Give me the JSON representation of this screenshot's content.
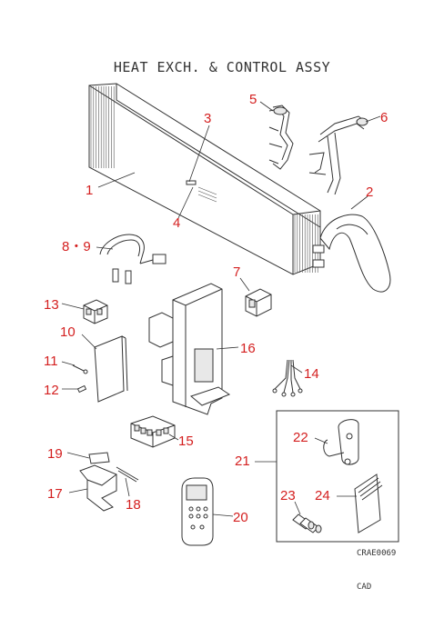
{
  "title": "HEAT EXCH. & CONTROL ASSY",
  "callouts": {
    "c1": "1",
    "c2": "2",
    "c3": "3",
    "c4": "4",
    "c5": "5",
    "c6": "6",
    "c7": "7",
    "c89": "8・9",
    "c10": "10",
    "c11": "11",
    "c12": "12",
    "c13": "13",
    "c14": "14",
    "c15": "15",
    "c16": "16",
    "c17": "17",
    "c18": "18",
    "c19": "19",
    "c20": "20",
    "c21": "21",
    "c22": "22",
    "c23": "23",
    "c24": "24"
  },
  "drawing_ref": "CRAE0069",
  "footer": "CAD",
  "colors": {
    "callout": "#d42020",
    "line": "#333333"
  }
}
